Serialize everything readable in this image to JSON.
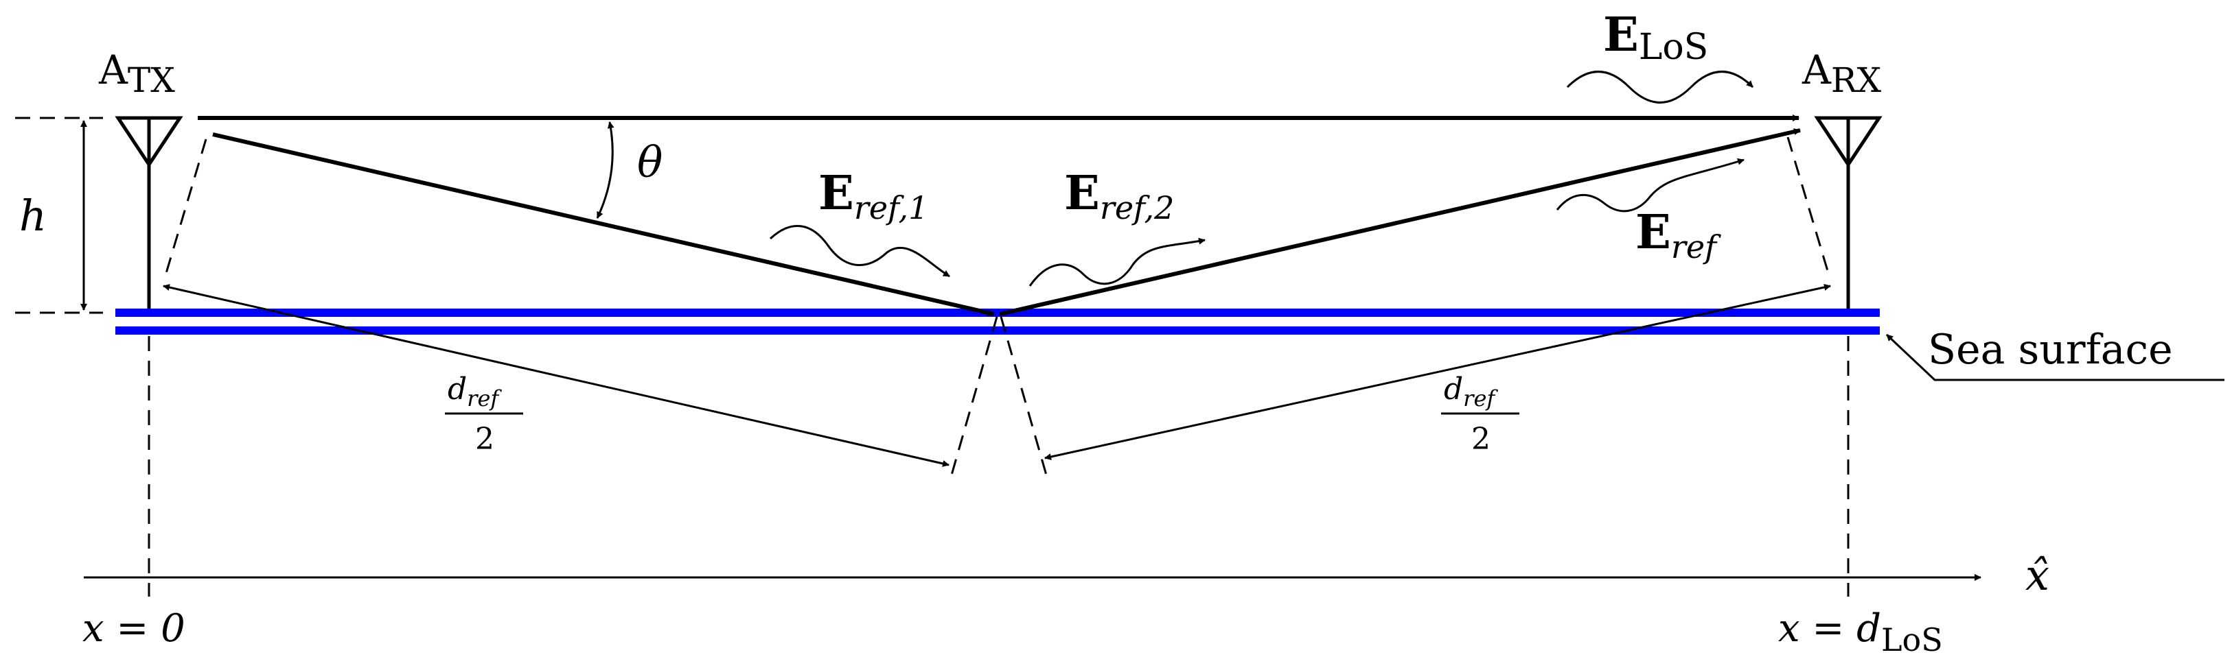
{
  "antennas": {
    "tx": {
      "main": "A",
      "sub": "TX"
    },
    "rx": {
      "main": "A",
      "sub": "RX"
    }
  },
  "height_label": "h",
  "angle_label": "θ",
  "fields": {
    "los": {
      "main": "E",
      "sub": "LoS"
    },
    "ref1": {
      "main": "E",
      "sub": "ref,1"
    },
    "ref2": {
      "main": "E",
      "sub": "ref,2"
    },
    "ref": {
      "main": "E",
      "sub": "ref"
    }
  },
  "distance_label": {
    "numerator": "d",
    "numerator_sub": "ref",
    "denominator": "2"
  },
  "surface_label": "Sea surface",
  "axis": {
    "name": "x̂",
    "origin_label": "x = 0",
    "end_label": {
      "main": "x = d",
      "sub": "LoS"
    }
  },
  "colors": {
    "sea": "#0000ff",
    "ink": "#000000"
  }
}
